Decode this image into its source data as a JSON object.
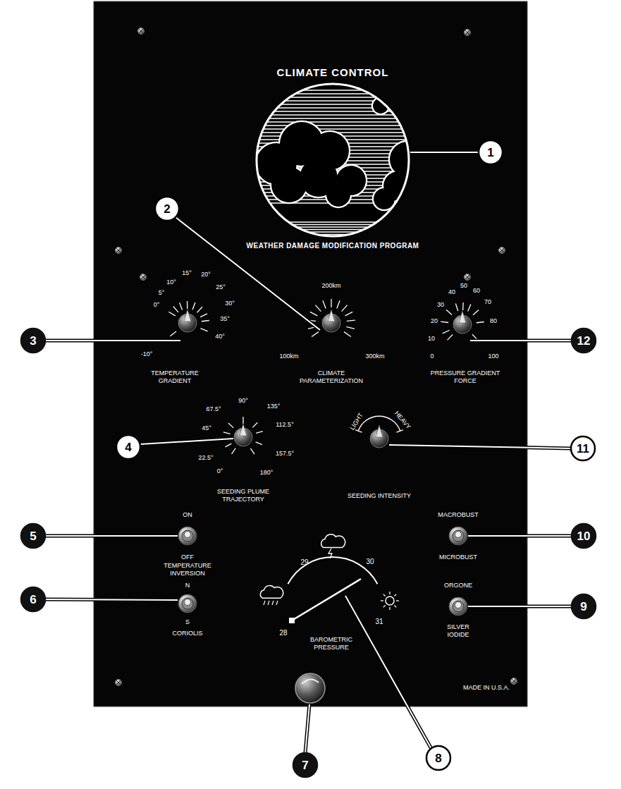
{
  "diagram": {
    "nodes": [
      {
        "text": [
          "CLIMATE CONTROL",
          "WEATHER DAMAGE MODIFICATION PROGRAM"
        ]
      }
    ],
    "labels": [
      "1",
      "2",
      "3",
      "4",
      "5",
      "6",
      "7",
      "8",
      "9",
      "10",
      "11",
      "12",
      "-10°",
      "0°",
      "5°",
      "10°",
      "15°",
      "20°",
      "25°",
      "30°",
      "35°",
      "40°",
      "TEMPERATURE GRADIENT",
      "200km",
      "100km",
      "300km",
      "CLIMATE PARAMETERIZATION",
      "0",
      "10",
      "20",
      "30",
      "40",
      "50",
      "60",
      "70",
      "80",
      "100",
      "PRESSURE GRADIENT FORCE",
      "0°",
      "22.5°",
      "45°",
      "67.5°",
      "90°",
      "135°",
      "112.5°",
      "157.5°",
      "180°",
      "SEEDING PLUME TRAJECTORY",
      "LIGHT",
      "HEAVY",
      "SEEDING INTENSITY",
      "ON",
      "OFF",
      "TEMPERATURE INVERSION",
      "N",
      "S",
      "CORIOLIS",
      "MACROBUST",
      "MICROBUST",
      "ORGONE",
      "SILVER IODIDE",
      "29",
      "30",
      "28",
      "31",
      "BAROMETRIC PRESSURE",
      "MADE IN U.S.A."
    ]
  }
}
